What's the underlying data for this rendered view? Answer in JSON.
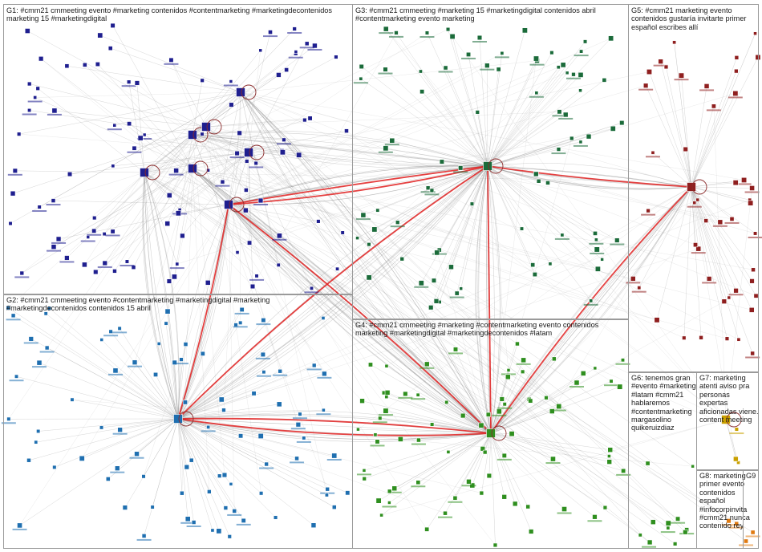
{
  "groups": [
    {
      "id": "G1",
      "label": "G1: #cmm21 cmmeeting evento #marketing contenidos #contentmarketing #marketingdecontenidos marketing 15 #marketingdigital",
      "color": "#1f1f8f"
    },
    {
      "id": "G2",
      "label": "G2: #cmm21 cmmeeting evento #contentmarketing #marketingdigital #marketing #marketingdecontenidos contenidos 15 abril",
      "color": "#1f6fb0"
    },
    {
      "id": "G3",
      "label": "G3: #cmm21 cmmeeting #marketing 15 #marketingdigital contenidos abril #contentmarketing evento marketing",
      "color": "#1b6b3a"
    },
    {
      "id": "G4",
      "label": "G4: #cmm21 cmmeeting #marketing #contentmarketing evento contenidos marketing #marketingdigital #marketingdecontenidos #latam",
      "color": "#2f8f1f"
    },
    {
      "id": "G5",
      "label": "G5: #cmm21 marketing evento contenidos gustaría invitarte primer español escribes allí",
      "color": "#8f1f1f"
    },
    {
      "id": "G6",
      "label": "G6: tenemos gran #evento #marketing #latam #cmm21 hablaremos #contentmarketing margasolino quikeruizdiaz",
      "color": "#2f8f1f"
    },
    {
      "id": "G7",
      "label": "G7: marketing atenti aviso pra personas expertas aficionadas viene. content meeting",
      "color": "#c9a000"
    },
    {
      "id": "G8",
      "label": "G8: marketing primer evento contenidos español #infocorpinvita #cmm21 nunca contenido rey",
      "color": "#e07a10"
    },
    {
      "id": "G9",
      "label": "G9",
      "color": "#e07a10"
    }
  ],
  "colors": {
    "edge": "#8a8a8a",
    "strong_edge": "#e02020",
    "hub_edge": "#8b2a2a",
    "panel_border": "#9a9a9a"
  }
}
